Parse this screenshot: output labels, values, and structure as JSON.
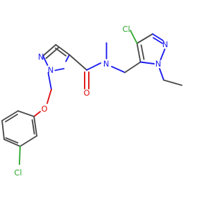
{
  "molecule": {
    "colors": {
      "carbon_bond": "#4a4a4a",
      "nitrogen": "#1c1cf0",
      "oxygen": "#e01010",
      "chlorine": "#2fa82f",
      "background": "#ffffff"
    },
    "atoms": {
      "cl_top": "Cl",
      "n_pyrazole_b_n2": "N",
      "n_pyrazole_b_n1": "N",
      "n_amide": "N",
      "n_pyrazole_a_n2": "N",
      "n_pyrazole_a_n1": "N",
      "o_carbonyl": "O",
      "o_ether": "O",
      "cl_bottom": "Cl"
    }
  }
}
